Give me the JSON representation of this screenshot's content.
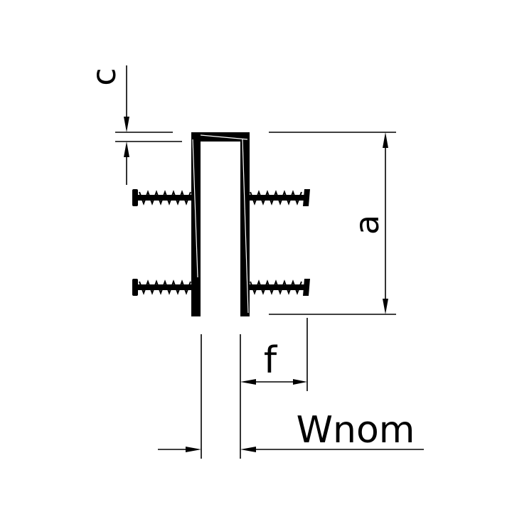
{
  "diagram": {
    "labels": {
      "c": "c",
      "a": "a",
      "f": "f",
      "wnom": "Wnom"
    },
    "colors": {
      "ink": "#000000",
      "background": "#ffffff"
    }
  }
}
